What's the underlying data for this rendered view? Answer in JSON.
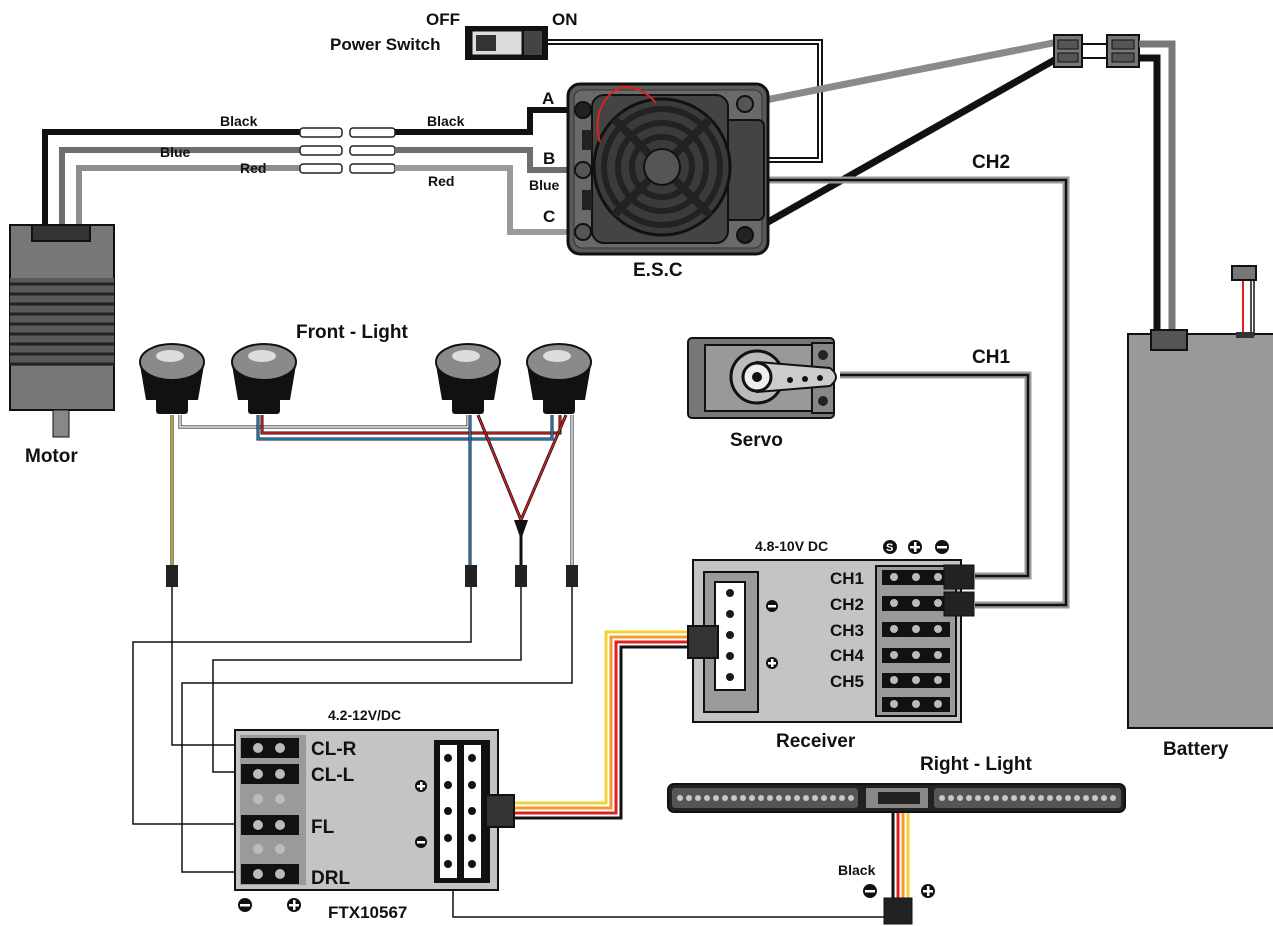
{
  "power_switch": {
    "off_label": "OFF",
    "on_label": "ON",
    "label": "Power Switch"
  },
  "esc": {
    "label": "E.S.C",
    "terminals": [
      "A",
      "B",
      "C"
    ]
  },
  "motor": {
    "label": "Motor"
  },
  "motor_wires": {
    "black": "Black",
    "blue": "Blue",
    "red": "Red"
  },
  "esc_wires": {
    "black": "Black",
    "blue": "Blue",
    "red": "Red"
  },
  "channels": {
    "ch2": "CH2",
    "ch1": "CH1"
  },
  "front_light": {
    "label": "Front - Light"
  },
  "servo": {
    "label": "Servo"
  },
  "receiver": {
    "label": "Receiver",
    "voltage": "4.8-10V DC",
    "polarity_signs": [
      "S",
      "+",
      "-"
    ],
    "channels": [
      "CH1",
      "CH2",
      "CH3",
      "CH4",
      "CH5"
    ]
  },
  "battery": {
    "label": "Battery"
  },
  "controller": {
    "voltage": "4.2-12V/DC",
    "outputs": [
      "CL-R",
      "CL-L",
      "FL",
      "DRL"
    ],
    "model": "FTX10567"
  },
  "right_light": {
    "label": "Right - Light",
    "wire_label": "Black"
  },
  "colors": {
    "wire_black": "#111111",
    "wire_gray": "#6e6e6e",
    "wire_light": "#9a9a9a",
    "wire_red": "#e02020",
    "wire_blue": "#2a8fd8",
    "wire_yellow": "#f2d23a",
    "wire_orange": "#f39a2e",
    "body_gray": "#b3b3b3",
    "body_dark": "#555555"
  }
}
